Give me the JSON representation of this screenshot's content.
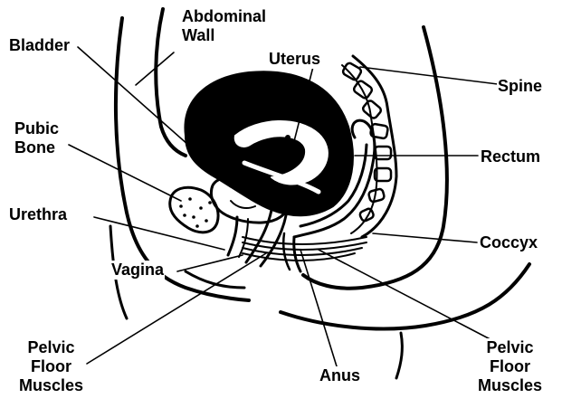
{
  "labels": {
    "abdominal_wall": [
      "Abdominal",
      "Wall"
    ],
    "bladder": "Bladder",
    "uterus": "Uterus",
    "spine": "Spine",
    "pubic_bone": [
      "Pubic",
      "Bone"
    ],
    "rectum": "Rectum",
    "urethra": "Urethra",
    "coccyx": "Coccyx",
    "vagina": "Vagina",
    "pelvic_floor_muscles_left": [
      "Pelvic",
      "Floor",
      "Muscles"
    ],
    "anus": "Anus",
    "pelvic_floor_muscles_right": [
      "Pelvic",
      "Floor",
      "Muscles"
    ]
  },
  "colors": {
    "ink": "#000000",
    "paper": "#ffffff"
  }
}
